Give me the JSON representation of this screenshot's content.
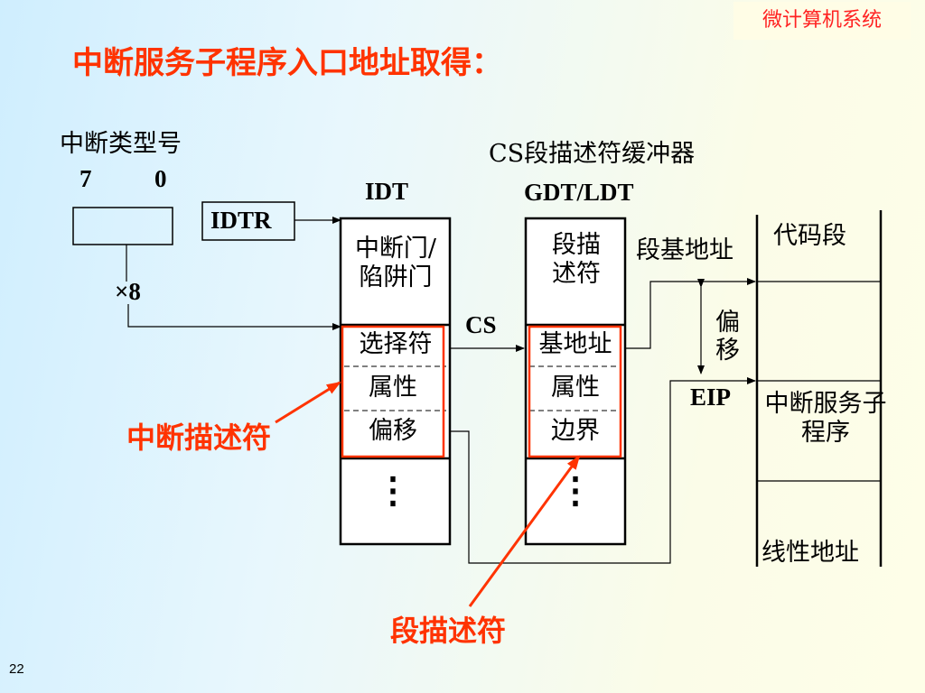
{
  "badge": "微计算机系统",
  "title": "中断服务子程序入口地址取得：",
  "page_number": "22",
  "labels": {
    "int_type": "中断类型号",
    "bit_high": "7",
    "bit_low": "0",
    "times8": "×8",
    "idtr": "IDTR",
    "idt": "IDT",
    "cs_cache": "CS段描述符缓冲器",
    "gdt_ldt": "GDT/LDT",
    "cs": "CS",
    "seg_base": "段基地址",
    "offset": "偏移",
    "eip": "EIP",
    "code_seg": "代码段",
    "isr": "中断服务子程序",
    "linear": "线性地址",
    "int_desc_callout": "中断描述符",
    "seg_desc_callout": "段描述符"
  },
  "idt_table": {
    "gate": "中断门/陷阱门",
    "selector": "选择符",
    "attr": "属性",
    "offset": "偏移",
    "ellipsis": "⋮"
  },
  "gdt_table": {
    "seg_desc": "段描述符",
    "base": "基地址",
    "attr": "属性",
    "limit": "边界",
    "ellipsis": "⋮"
  }
}
